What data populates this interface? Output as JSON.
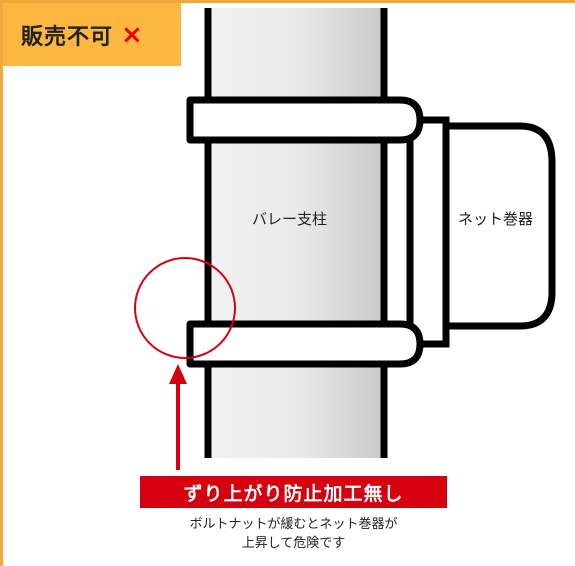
{
  "badge": {
    "text": "販売不可",
    "mark": "×",
    "bg_color": "#fbb73f",
    "mark_color": "#e60012"
  },
  "diagram": {
    "pole_label": "バレー支柱",
    "reel_label": "ネット巻器"
  },
  "warning": {
    "title": "ずり上がり防止加工無し",
    "note_line1": "ボルトナットが緩むとネット巻器が",
    "note_line2": "上昇して危険です",
    "accent_color": "#d7000f"
  }
}
